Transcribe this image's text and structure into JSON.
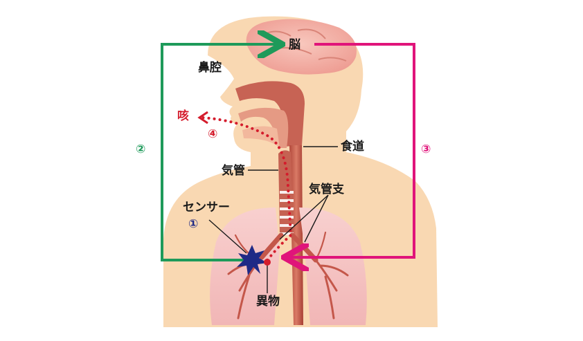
{
  "labels": {
    "brain": "脳",
    "nasal_cavity": "鼻腔",
    "cough": "咳",
    "esophagus": "食道",
    "trachea": "気管",
    "bronchi": "気管支",
    "sensor": "センサー",
    "foreign_body": "異物"
  },
  "steps": {
    "step1": "①",
    "step2": "②",
    "step3": "③",
    "step4": "④"
  },
  "colors": {
    "green_path": "#1e9a5a",
    "magenta_path": "#e0147a",
    "red_cough": "#d41c2c",
    "sensor_blue": "#1f2a86",
    "skin": "#f9d8b2",
    "brain": "#f3b1a7"
  }
}
